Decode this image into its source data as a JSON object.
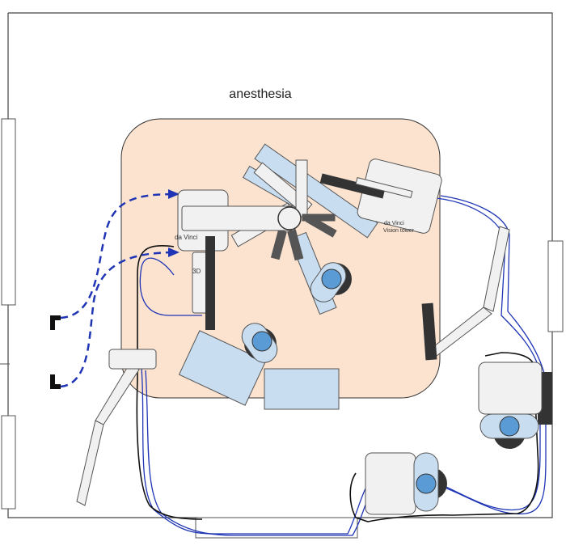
{
  "labels": {
    "zone": "anesthesia",
    "console": "da Vinci",
    "tower_line1": "da Vinci",
    "tower_line2": "Vision tower",
    "monitor": "3D"
  },
  "colors": {
    "sterile_field": "#fbe3d0",
    "surgical_table": "#c9ddf0",
    "person_head": "#5b9bd5",
    "cable_blue": "#1f35b5",
    "cable_black": "#111111",
    "equipment": "#f1f1f1",
    "equipment_dark": "#333333"
  }
}
